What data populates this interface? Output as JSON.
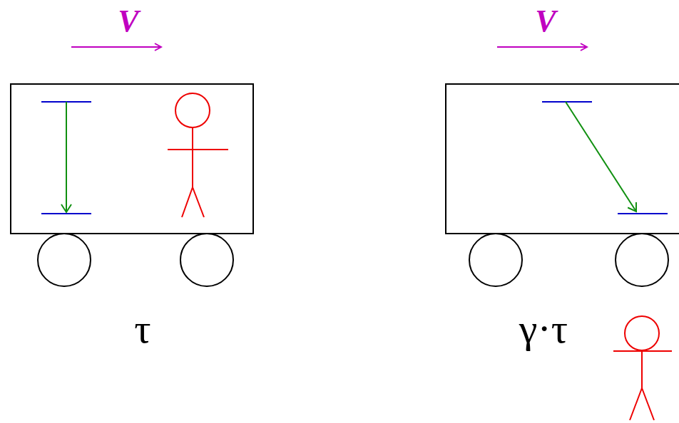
{
  "diagram": {
    "labels": [
      "V",
      "V",
      "τ",
      "γ·τ"
    ]
  }
}
